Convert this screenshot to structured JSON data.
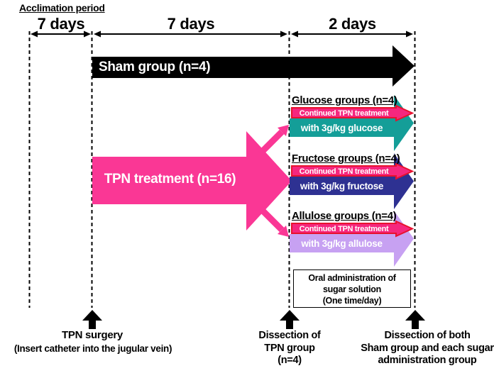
{
  "timeline": {
    "acclimation_label": "Acclimation period",
    "periods": [
      {
        "label": "7 days"
      },
      {
        "label": "7 days"
      },
      {
        "label": "2 days"
      }
    ]
  },
  "sham": {
    "label": "Sham group (n=4)"
  },
  "tpn": {
    "label": "TPN treatment  (n=16)"
  },
  "groups": [
    {
      "label": "Glucose groups (n=4)",
      "tpn_label": "Continued TPN treatment",
      "dose_label": "with 3g/kg glucose",
      "color": "#149E98"
    },
    {
      "label": "Fructose groups (n=4)",
      "tpn_label": "Continued TPN treatment",
      "dose_label": "with 3g/kg fructose",
      "color": "#2E3192"
    },
    {
      "label": "Allulose groups (n=4)",
      "tpn_label": "Continued TPN treatment",
      "dose_label": "with 3g/kg allulose",
      "color": "#C7A1F2"
    }
  ],
  "oral_box": {
    "lines": [
      "Oral administration of",
      "sugar solution",
      "(One time/day)"
    ]
  },
  "events": [
    {
      "title": "TPN surgery",
      "subtitle": "(Insert catheter into the jugular vein)"
    },
    {
      "lines": [
        "Dissection of",
        "TPN group",
        "(n=4)"
      ]
    },
    {
      "lines": [
        "Dissection of both",
        "Sham group and each sugar",
        "administration group"
      ]
    }
  ],
  "colors": {
    "arrow_pink": "#FA3795",
    "band_pink": "#F5277E",
    "band_border": "#E8112D",
    "teal": "#149E98",
    "navy": "#2E3192",
    "lavender": "#C7A1F2",
    "black": "#000000"
  }
}
